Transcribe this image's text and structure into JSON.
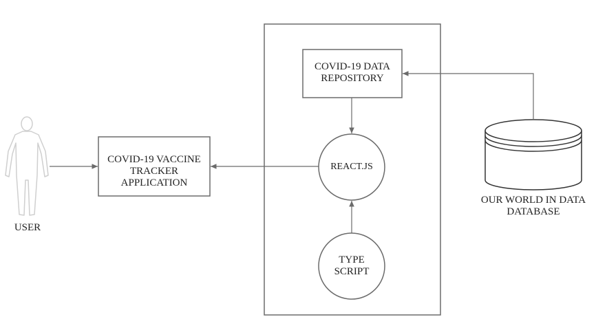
{
  "user": {
    "label": "USER"
  },
  "app": {
    "line1": "COVID-19 VACCINE",
    "line2": "TRACKER",
    "line3": "APPLICATION"
  },
  "repo": {
    "line1": "COVID-19 DATA",
    "line2": "REPOSITORY"
  },
  "react": {
    "label": "REACT.JS"
  },
  "typescript": {
    "line1": "TYPE",
    "line2": "SCRIPT"
  },
  "database": {
    "line1": "OUR WORLD IN DATA",
    "line2": "DATABASE"
  },
  "colors": {
    "stroke": "#6b6b6b",
    "text": "#222222",
    "figure": "#cfcfcf"
  }
}
